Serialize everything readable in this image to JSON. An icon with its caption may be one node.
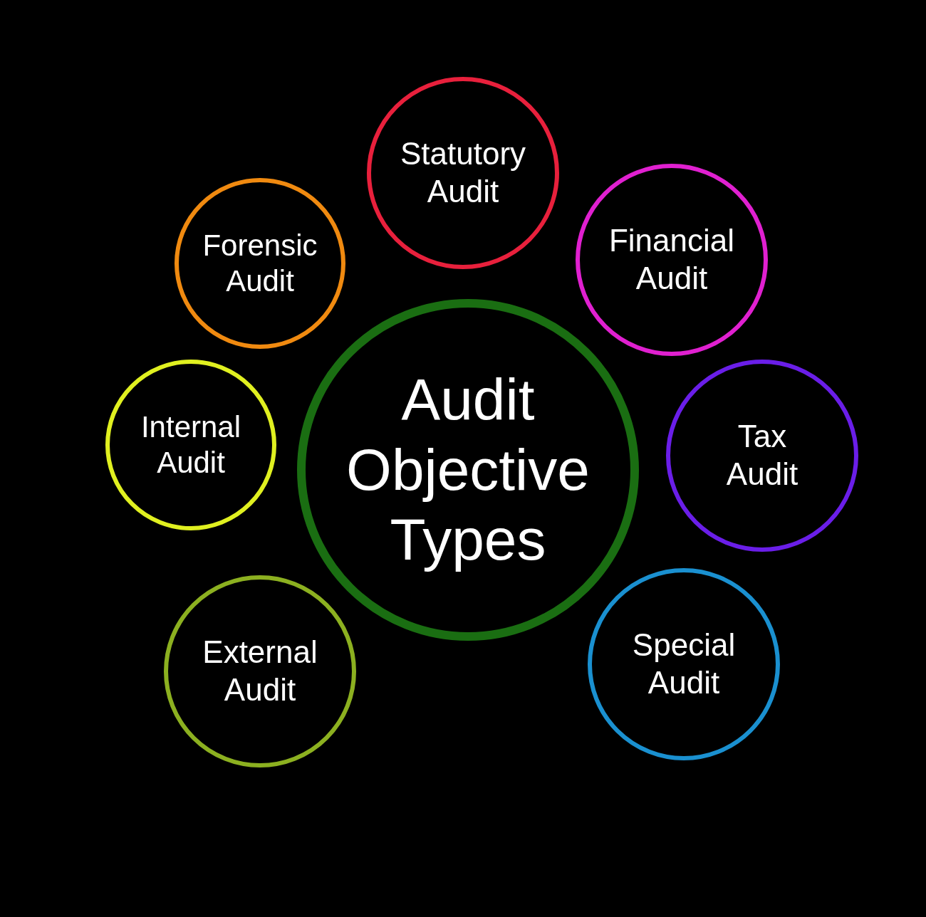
{
  "diagram": {
    "nodes": [
      {
        "text": [
          "Audit Objective Types"
        ]
      },
      {
        "text": [
          "Statutory Audit"
        ]
      },
      {
        "text": [
          "Financial Audit"
        ]
      },
      {
        "text": [
          "Tax Audit"
        ]
      },
      {
        "text": [
          "Special Audit"
        ]
      },
      {
        "text": [
          "External Audit"
        ]
      },
      {
        "text": [
          "Internal Audit"
        ]
      },
      {
        "text": [
          "Forensic Audit"
        ]
      }
    ]
  }
}
